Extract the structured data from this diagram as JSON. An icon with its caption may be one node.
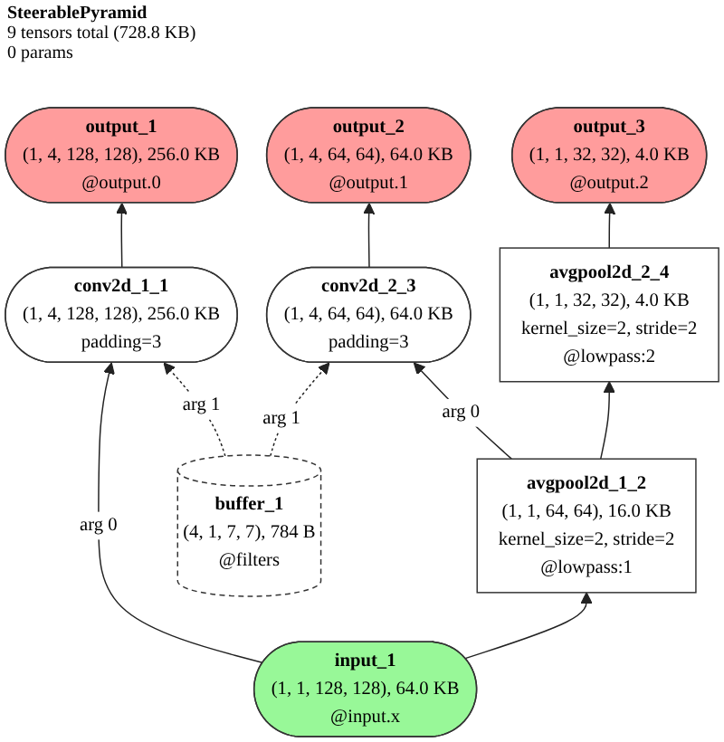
{
  "diagram": {
    "title": "SteerablePyramid",
    "nodes": [
      {
        "text": [
          "output_3",
          "(1, 1, 32, 32), 4.0 KB",
          "@output.2"
        ]
      },
      {
        "text": [
          "output_2",
          "(1, 4, 64, 64), 64.0 KB",
          "@output.1"
        ]
      },
      {
        "text": [
          "avgpool2d_2_4",
          "(1, 1, 32, 32), 4.0 KB",
          "kernel_size=2, stride=2",
          "@lowpass:2"
        ]
      },
      {
        "text": [
          "output_1",
          "(1, 4, 128, 128), 256.0 KB",
          "@output.0"
        ]
      },
      {
        "text": [
          "conv2d_2_3",
          "(1, 4, 64, 64), 64.0 KB",
          "padding=3"
        ]
      },
      {
        "text": [
          "conv2d_1_1",
          "(1, 4, 128, 128), 256.0 KB",
          "padding=3"
        ]
      },
      {
        "text": [
          "avgpool2d_1_2",
          "(1, 1, 64, 64), 16.0 KB",
          "kernel_size=2, stride=2",
          "@lowpass:1"
        ]
      },
      {
        "text": [
          "buffer_1",
          "(4, 1, 7, 7), 784 B",
          "@filters"
        ]
      },
      {
        "text": [
          "input_1",
          "(1, 1, 128, 128), 64.0 KB",
          "@input.x"
        ]
      }
    ],
    "edges": [
      {
        "from": 8,
        "to": 5,
        "arrow": "to",
        "label": "arg 0"
      },
      {
        "from": 7,
        "to": 5,
        "arrow": "to",
        "label": "arg 1",
        "style": "dashed"
      },
      {
        "from": 5,
        "to": 3,
        "arrow": "to"
      },
      {
        "from": 8,
        "to": 6,
        "arrow": "to"
      },
      {
        "from": 6,
        "to": 4,
        "arrow": "to",
        "label": "arg 0"
      },
      {
        "from": 7,
        "to": 4,
        "arrow": "to",
        "label": "arg 1",
        "style": "dashed"
      },
      {
        "from": 4,
        "to": 1,
        "arrow": "to"
      },
      {
        "from": 6,
        "to": 2,
        "arrow": "to"
      },
      {
        "from": 2,
        "to": 0,
        "arrow": "to"
      }
    ],
    "labels": [
      "9 tensors total (728.8 KB)",
      "0 params"
    ]
  }
}
